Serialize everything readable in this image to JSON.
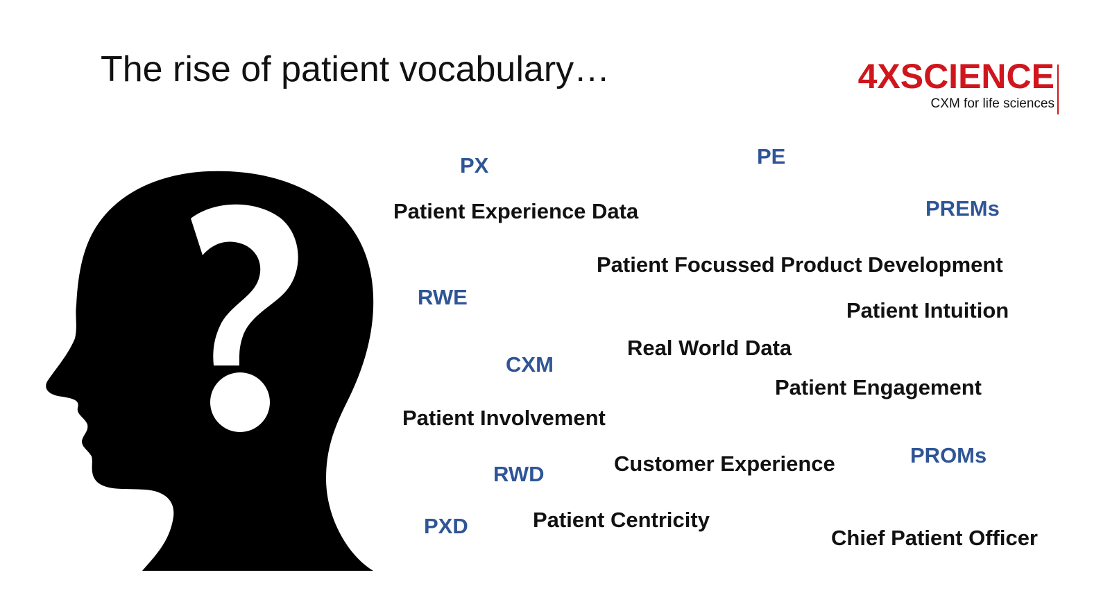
{
  "slide": {
    "title": "The rise of patient vocabulary…",
    "logo": {
      "brand": "4XSCIENCE",
      "tagline": "CXM for life sciences",
      "color": "#d0161d"
    },
    "illustration": "head-silhouette-question-mark-icon",
    "colors": {
      "acronym": "#2f5597",
      "phrase": "#111111"
    },
    "terms": [
      {
        "text": "PX",
        "kind": "acronym"
      },
      {
        "text": "PE",
        "kind": "acronym"
      },
      {
        "text": "Patient Experience Data",
        "kind": "phrase"
      },
      {
        "text": "PREMs",
        "kind": "acronym"
      },
      {
        "text": "Patient Focussed Product Development",
        "kind": "phrase"
      },
      {
        "text": "RWE",
        "kind": "acronym"
      },
      {
        "text": "Patient Intuition",
        "kind": "phrase"
      },
      {
        "text": "Real World Data",
        "kind": "phrase"
      },
      {
        "text": "CXM",
        "kind": "acronym"
      },
      {
        "text": "Patient Engagement",
        "kind": "phrase"
      },
      {
        "text": "Patient Involvement",
        "kind": "phrase"
      },
      {
        "text": "Customer Experience",
        "kind": "phrase"
      },
      {
        "text": "PROMs",
        "kind": "acronym"
      },
      {
        "text": "RWD",
        "kind": "acronym"
      },
      {
        "text": "Patient Centricity",
        "kind": "phrase"
      },
      {
        "text": "PXD",
        "kind": "acronym"
      },
      {
        "text": "Chief Patient Officer",
        "kind": "phrase"
      }
    ]
  }
}
